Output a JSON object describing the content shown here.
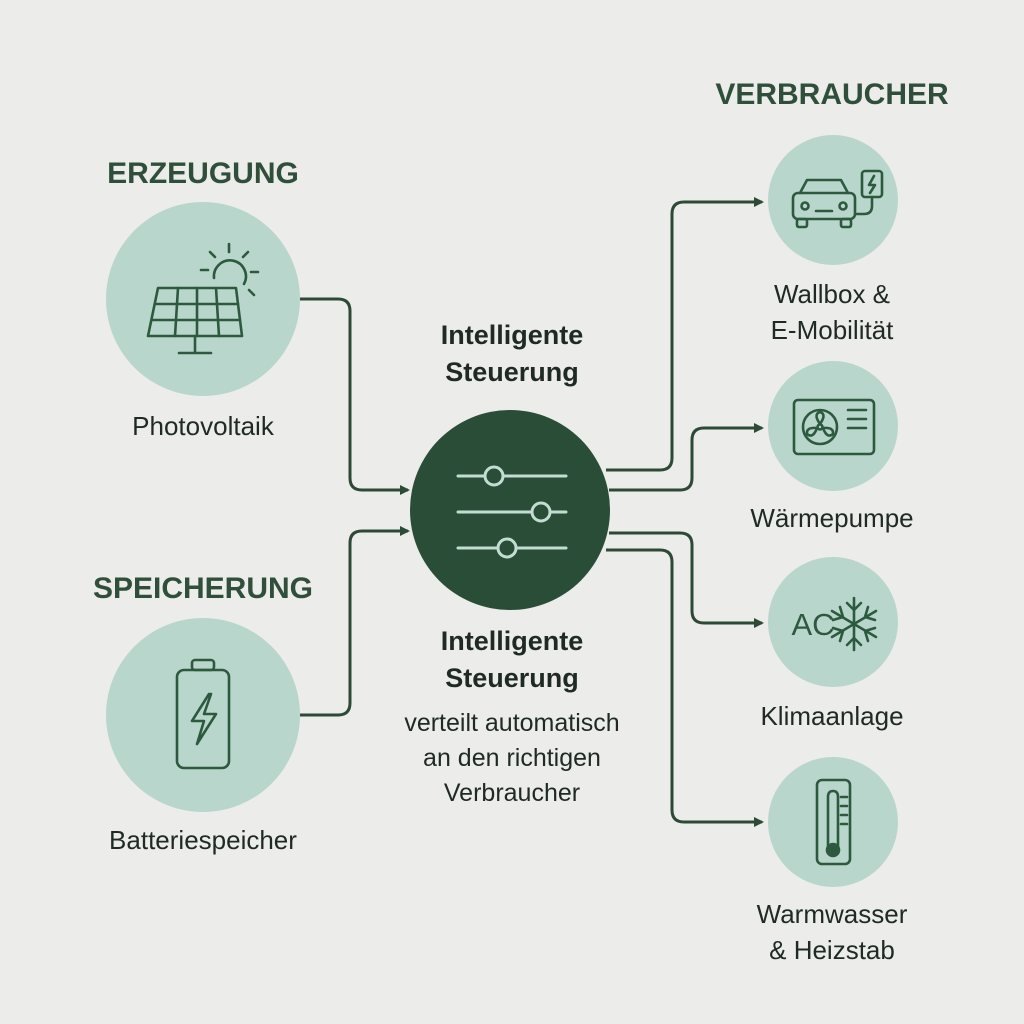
{
  "colors": {
    "background": "#ececea",
    "circle_fill": "#b9d6cc",
    "hub_fill": "#2a4d38",
    "accent_dark_green": "#2d5a3f",
    "connector": "#2d4a36"
  },
  "sections": {
    "erzeugung": "ERZEUGUNG",
    "speicherung": "SPEICHERUNG",
    "verbraucher": "VERBRAUCHER"
  },
  "center": {
    "title_top_line1": "Intelligente",
    "title_top_line2": "Steuerung",
    "title_bottom_line1": "Intelligente",
    "title_bottom_line2": "Steuerung",
    "desc_line1": "verteilt automatisch",
    "desc_line2": "an den richtigen",
    "desc_line3": "Verbraucher",
    "icon": "sliders-icon"
  },
  "sources": [
    {
      "label": "Photovoltaik",
      "icon": "solar-panel-icon"
    },
    {
      "label": "Batteriespeicher",
      "icon": "battery-icon"
    }
  ],
  "consumers": [
    {
      "label_line1": "Wallbox &",
      "label_line2": "E-Mobilität",
      "icon": "ev-charger-icon"
    },
    {
      "label_line1": "Wärmepumpe",
      "icon": "heat-pump-icon"
    },
    {
      "label_line1": "Klimaanlage",
      "icon": "air-conditioner-icon",
      "icon_text": "AC"
    },
    {
      "label_line1": "Warmwasser",
      "label_line2": "& Heizstab",
      "icon": "thermometer-icon"
    }
  ]
}
